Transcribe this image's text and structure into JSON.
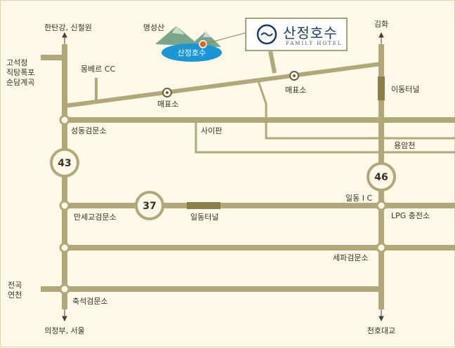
{
  "colors": {
    "road": "#b0a878",
    "background": "#fdf8e8",
    "lake": "#1a96d4",
    "mountain": "#7aa58a",
    "tunnel": "#8a7e4a",
    "logo_text": "#1b3a6a",
    "hotel_marker": "#e8601c"
  },
  "place_labels": {
    "hantan": "한탄강, 신철원",
    "myeongseongsan": "명성산",
    "gimhwa": "김화",
    "goseokjeong_1": "고석정",
    "goseokjeong_2": "직탕폭포",
    "goseokjeong_3": "순담계곡",
    "mongberu": "몽베르 CC",
    "maepyo_1": "매표소",
    "maepyo_2": "매표소",
    "idong_tunnel": "이동터널",
    "seongdong": "성동검문소",
    "saipan": "사이판",
    "yongam": "용암천",
    "ildong_ic": "일동 I C",
    "manse": "만세교검문소",
    "ildong_tunnel": "일동터널",
    "lpg": "LPG 충전소",
    "sepa": "세파검문소",
    "jeongok_1": "전곡",
    "jeongok_2": "연천",
    "chukseok": "축석검문소",
    "uijeongbu": "의정부, 서울",
    "cheonho": "천호대교",
    "lake_label": "산정호수"
  },
  "route_shields": {
    "r43": "43",
    "r37": "37",
    "r46": "46"
  },
  "logo": {
    "name": "산정호수",
    "subtitle": "FAMILY HOTEL",
    "icon": "wave-circle-icon"
  }
}
